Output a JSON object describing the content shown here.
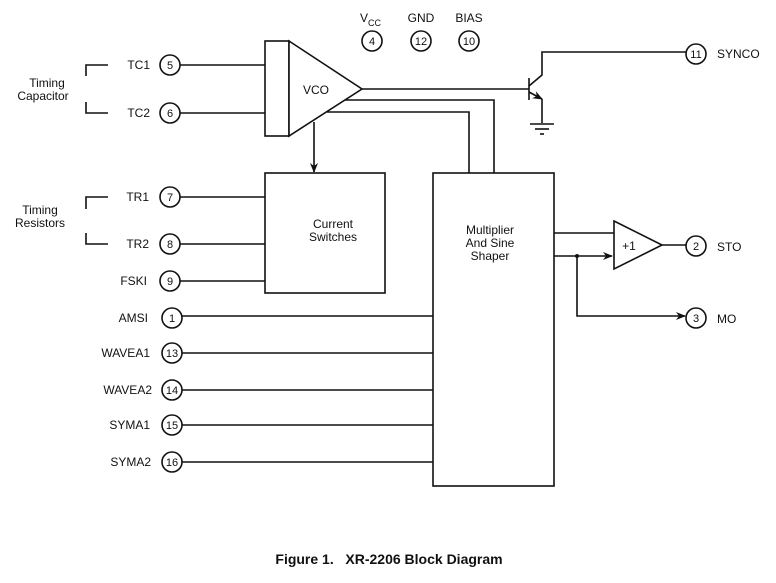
{
  "figure": {
    "caption": "Figure 1.   XR-2206 Block Diagram"
  },
  "blocks": {
    "vco": "VCO",
    "current_switches": [
      "Current",
      "Switches"
    ],
    "multiplier": [
      "Multiplier",
      "And Sine",
      "Shaper"
    ],
    "buffer": "+1"
  },
  "groups": {
    "timing_capacitor": [
      "Timing",
      "Capacitor"
    ],
    "timing_resistors": [
      "Timing",
      "Resistors"
    ]
  },
  "supply_pins": [
    {
      "name": "V",
      "sub": "CC",
      "pin": "4"
    },
    {
      "name": "GND",
      "sub": "",
      "pin": "12"
    },
    {
      "name": "BIAS",
      "sub": "",
      "pin": "10"
    }
  ],
  "left_pins": [
    {
      "name": "TC1",
      "pin": "5"
    },
    {
      "name": "TC2",
      "pin": "6"
    },
    {
      "name": "TR1",
      "pin": "7"
    },
    {
      "name": "TR2",
      "pin": "8"
    },
    {
      "name": "FSKI",
      "pin": "9"
    },
    {
      "name": "AMSI",
      "pin": "1"
    },
    {
      "name": "WAVEA1",
      "pin": "13"
    },
    {
      "name": "WAVEA2",
      "pin": "14"
    },
    {
      "name": "SYMA1",
      "pin": "15"
    },
    {
      "name": "SYMA2",
      "pin": "16"
    }
  ],
  "right_pins": [
    {
      "name": "SYNCO",
      "pin": "11"
    },
    {
      "name": "STO",
      "pin": "2"
    },
    {
      "name": "MO",
      "pin": "3"
    }
  ]
}
